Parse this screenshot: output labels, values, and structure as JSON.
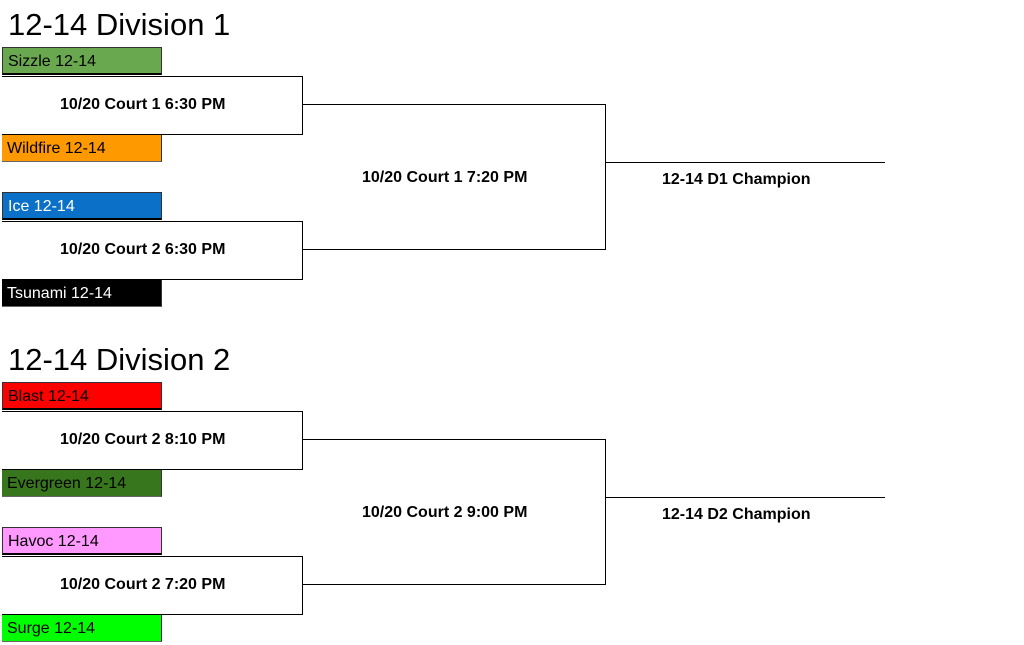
{
  "divisions": [
    {
      "title": "12-14 Division 1",
      "teams": [
        {
          "name": "Sizzle 12-14",
          "bg": "#6aa84f",
          "fg": "#000000"
        },
        {
          "name": "Wildfire 12-14",
          "bg": "#ff9900",
          "fg": "#000000"
        },
        {
          "name": "Ice 12-14",
          "bg": "#0b70c8",
          "fg": "#ffffff"
        },
        {
          "name": "Tsunami 12-14",
          "bg": "#000000",
          "fg": "#ffffff"
        }
      ],
      "games": [
        "10/20 Court 1 6:30 PM",
        "10/20 Court 2 6:30 PM"
      ],
      "final": "10/20 Court 1 7:20 PM",
      "champion": "12-14 D1 Champion"
    },
    {
      "title": "12-14 Division 2",
      "teams": [
        {
          "name": "Blast 12-14",
          "bg": "#ff0000",
          "fg": "#000000"
        },
        {
          "name": "Evergreen 12-14",
          "bg": "#38761d",
          "fg": "#000000"
        },
        {
          "name": "Havoc 12-14",
          "bg": "#ff99ff",
          "fg": "#000000"
        },
        {
          "name": "Surge 12-14",
          "bg": "#00ff00",
          "fg": "#000000"
        }
      ],
      "games": [
        "10/20 Court 2 8:10 PM",
        "10/20 Court 2 7:20 PM"
      ],
      "final": "10/20 Court 2 9:00 PM",
      "champion": "12-14 D2 Champion"
    }
  ]
}
